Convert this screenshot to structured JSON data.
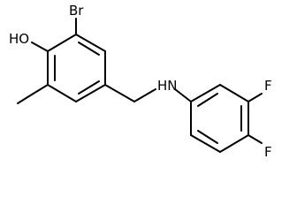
{
  "molecule": {
    "atoms": {
      "bromine": "Br",
      "hydroxyl": "HO",
      "amine": "HN",
      "fluorine_meta": "F",
      "fluorine_para": "F"
    }
  },
  "colors": {
    "bond": "#000000",
    "label": "#000000",
    "background": "#ffffff"
  }
}
